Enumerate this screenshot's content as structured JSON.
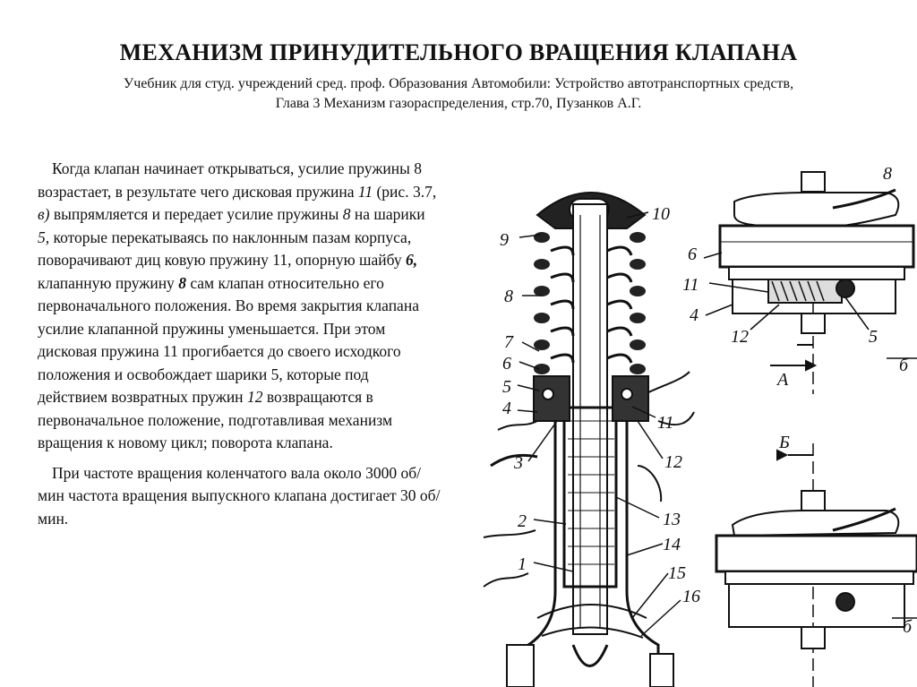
{
  "header": {
    "title": "МЕХАНИЗМ ПРИНУДИТЕЛЬНОГО ВРАЩЕНИЯ  КЛАПАНА",
    "subtitle_line1": "Учебник для студ. учреждений сред. проф. Образования Автомобили: Устройство автотранспортных средств,",
    "subtitle_line2": "Глава 3 Механизм газораспределения, стр.70,  Пузанков А.Г."
  },
  "content": {
    "p1": {
      "t1": "Когда клапан начинает открываться, усилие пружины 8 возрастает, в результате чего дисковая пружина ",
      "i1": "11",
      "t2": " (рис. 3.7, ",
      "i2": "в)",
      "t3": " выпрямляется и передает усилие пружины ",
      "i3": "8",
      "t4": " на шарики ",
      "i4": "5,",
      "t5": " которые перекатываясь по наклонным пазам корпуса, поворачивают диц ковую пружину 11, опорную шайбу ",
      "b1": "6,",
      "t6": " клапанную пружину ",
      "b2": "8",
      "t7": " сам клапан относительно его первоначального положения. Во время закрытия клапана усилие клапанной пружины уменьшается. При этом дисковая пружина 11 прогибается до своего исходкого положения и освобождает шарики 5, которые под действием возвратных пружин ",
      "i5": "12",
      "t8": " возвращаются в первоначальное положение, подготавливая механизм вращения к новому цикл; поворота клапана."
    },
    "p2": "При частоте вращения коленчатого вала около 3000 об/мин частота вращения выпускного клапана достигает 30 об/мин."
  },
  "figure": {
    "labels": {
      "n1": "1",
      "n2": "2",
      "n3": "3",
      "n4": "4",
      "n5": "5",
      "n6": "6",
      "n7": "7",
      "n8": "8",
      "n9": "9",
      "n10": "10",
      "n11": "11",
      "n12": "12",
      "n13": "13",
      "n14": "14",
      "n15": "15",
      "n16": "16",
      "r8": "8",
      "r6": "6",
      "r11": "11",
      "r4": "4",
      "r12": "12",
      "r5": "5",
      "sectA": "А",
      "sectB": "Б",
      "fig_b": "б",
      "fig_b2": "б"
    }
  }
}
